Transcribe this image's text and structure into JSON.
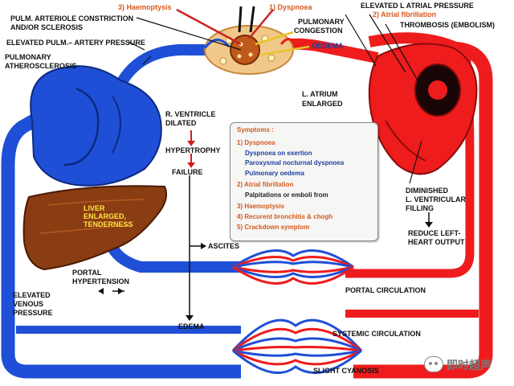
{
  "labels": {
    "haemoptysis": "3) Haemoptysis",
    "dyspnoea": "1) Dyspnoea",
    "elevated_la_pressure": "ELEVATED L ATRIAL PRESSURE",
    "atrial_fibrillation": "2) Atrial fibrillation",
    "thrombosis": "THROMBOSIS (EMBOLISM)",
    "pulm_arteriole_1": "PULM. ARTERIOLE CONSTRICTION",
    "pulm_arteriole_2": "AND/OR SCLEROSIS",
    "pulmonary_congestion_1": "PULMONARY",
    "pulmonary_congestion_2": "CONGESTION",
    "oedema": "OEDEMA",
    "elevated_pulm_artery": "ELEVATED PULM.– ARTERY PRESSURE",
    "pulm_athero_1": "PULMONARY",
    "pulm_athero_2": "ATHEROSCLEROSIS",
    "la_enlarged_1": "L. ATRIUM",
    "la_enlarged_2": "ENLARGED",
    "rv_dilated_1": "R. VENTRICLE",
    "rv_dilated_2": "DILATED",
    "hypertrophy": "HYPERTROPHY",
    "failure": "FAILURE",
    "liver": "LIVER ENLARGED, TENDERNESS",
    "ascites": "ASCITES",
    "portal_hypertension_1": "PORTAL",
    "portal_hypertension_2": "HYPERTENSION",
    "elevated_venous_1": "ELEVATED",
    "elevated_venous_2": "VENOUS",
    "elevated_venous_3": "PRESSURE",
    "edema": "EDEMA",
    "portal_circulation": "PORTAL CIRCULATION",
    "systemic_circulation": "SYSTEMIC CIRCULATION",
    "slight_cyanosis": "SLIGHT CYANOSIS",
    "diminished_1": "DIMINISHED",
    "diminished_2": "L. VENTRICULAR",
    "diminished_3": "FILLING",
    "reduce_1": "REDUCE LEFT-",
    "reduce_2": "HEART OUTPUT"
  },
  "symptoms": {
    "title": "Symptoms :",
    "items": [
      "1) Dyspnoea",
      "Dyspnoea on exertion",
      "Paroxysmal nocturnal dyspnoea",
      "Pulmonary oedema",
      "2) Atrial fibrillation",
      "Palpitations or emboli from",
      "3) Haemoptysis",
      "4) Recurent bronchitis & chogh",
      "5) Crackdown symptom"
    ]
  },
  "watermark": {
    "text": "即时超声",
    "icon": "wechat-icon"
  },
  "colors": {
    "venous_blue": "#1e4fd6",
    "arterial_red": "#ee1c1c",
    "liver_brown": "#8a3c12",
    "accent_orange": "#d45a1e",
    "text_blue": "#1f3fa0"
  }
}
